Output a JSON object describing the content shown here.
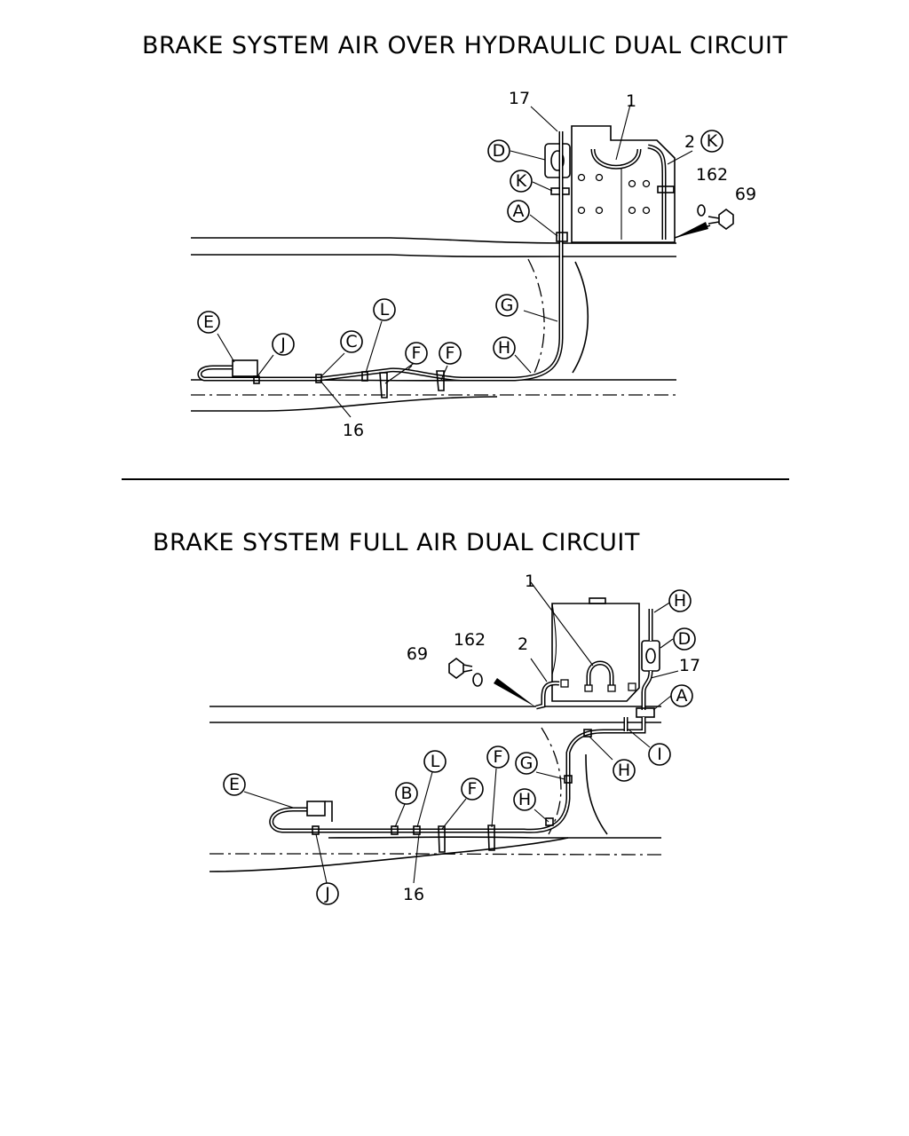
{
  "titles": {
    "top": "BRAKE SYSTEM AIR OVER HYDRAULIC DUAL CIRCUIT",
    "bottom": "BRAKE SYSTEM FULL AIR DUAL CIRCUIT"
  },
  "top_diagram": {
    "callouts": {
      "A": "A",
      "C": "C",
      "D": "D",
      "E": "E",
      "F1": "F",
      "F2": "F",
      "G": "G",
      "H": "H",
      "J": "J",
      "K1": "K",
      "K2": "K",
      "L": "L"
    },
    "part_numbers": {
      "p17": "17",
      "p1": "1",
      "p2": "2",
      "p162": "162",
      "p69": "69",
      "p16": "16"
    }
  },
  "bottom_diagram": {
    "callouts": {
      "A": "A",
      "B": "B",
      "D": "D",
      "E": "E",
      "F1": "F",
      "F2": "F",
      "G": "G",
      "H1": "H",
      "H2": "H",
      "H3": "H",
      "I": "I",
      "J": "J",
      "L": "L"
    },
    "part_numbers": {
      "p1": "1",
      "p2": "2",
      "p17": "17",
      "p162": "162",
      "p69": "69",
      "p16": "16"
    }
  }
}
